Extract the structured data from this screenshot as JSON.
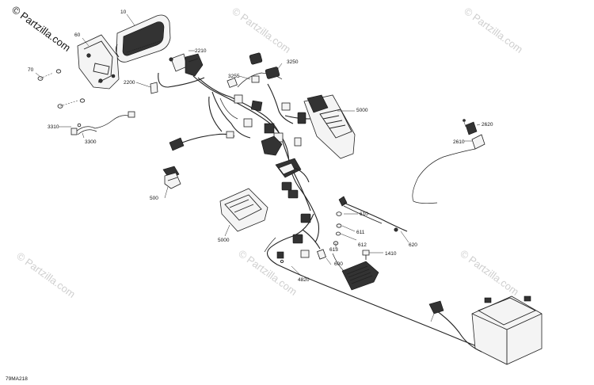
{
  "watermark": {
    "logo_text": "© Partzilla.com",
    "repeat_text": "© Partzilla.com"
  },
  "diagram_code": "79MA218",
  "callouts": {
    "p10": "10",
    "p60": "60",
    "p70": "70",
    "p2210": "2210",
    "p2200": "2200",
    "p3250": "3250",
    "p3255": "3255",
    "p5000a": "5000",
    "p3310": "3310",
    "p3300": "3300",
    "p2620": "2620",
    "p2610": "2610",
    "p500": "500",
    "p5000b": "5000",
    "p610": "610",
    "p611": "611",
    "p612": "612",
    "p613": "613",
    "p620": "620",
    "p1410": "1410",
    "p600": "600",
    "p4820": "4820"
  }
}
